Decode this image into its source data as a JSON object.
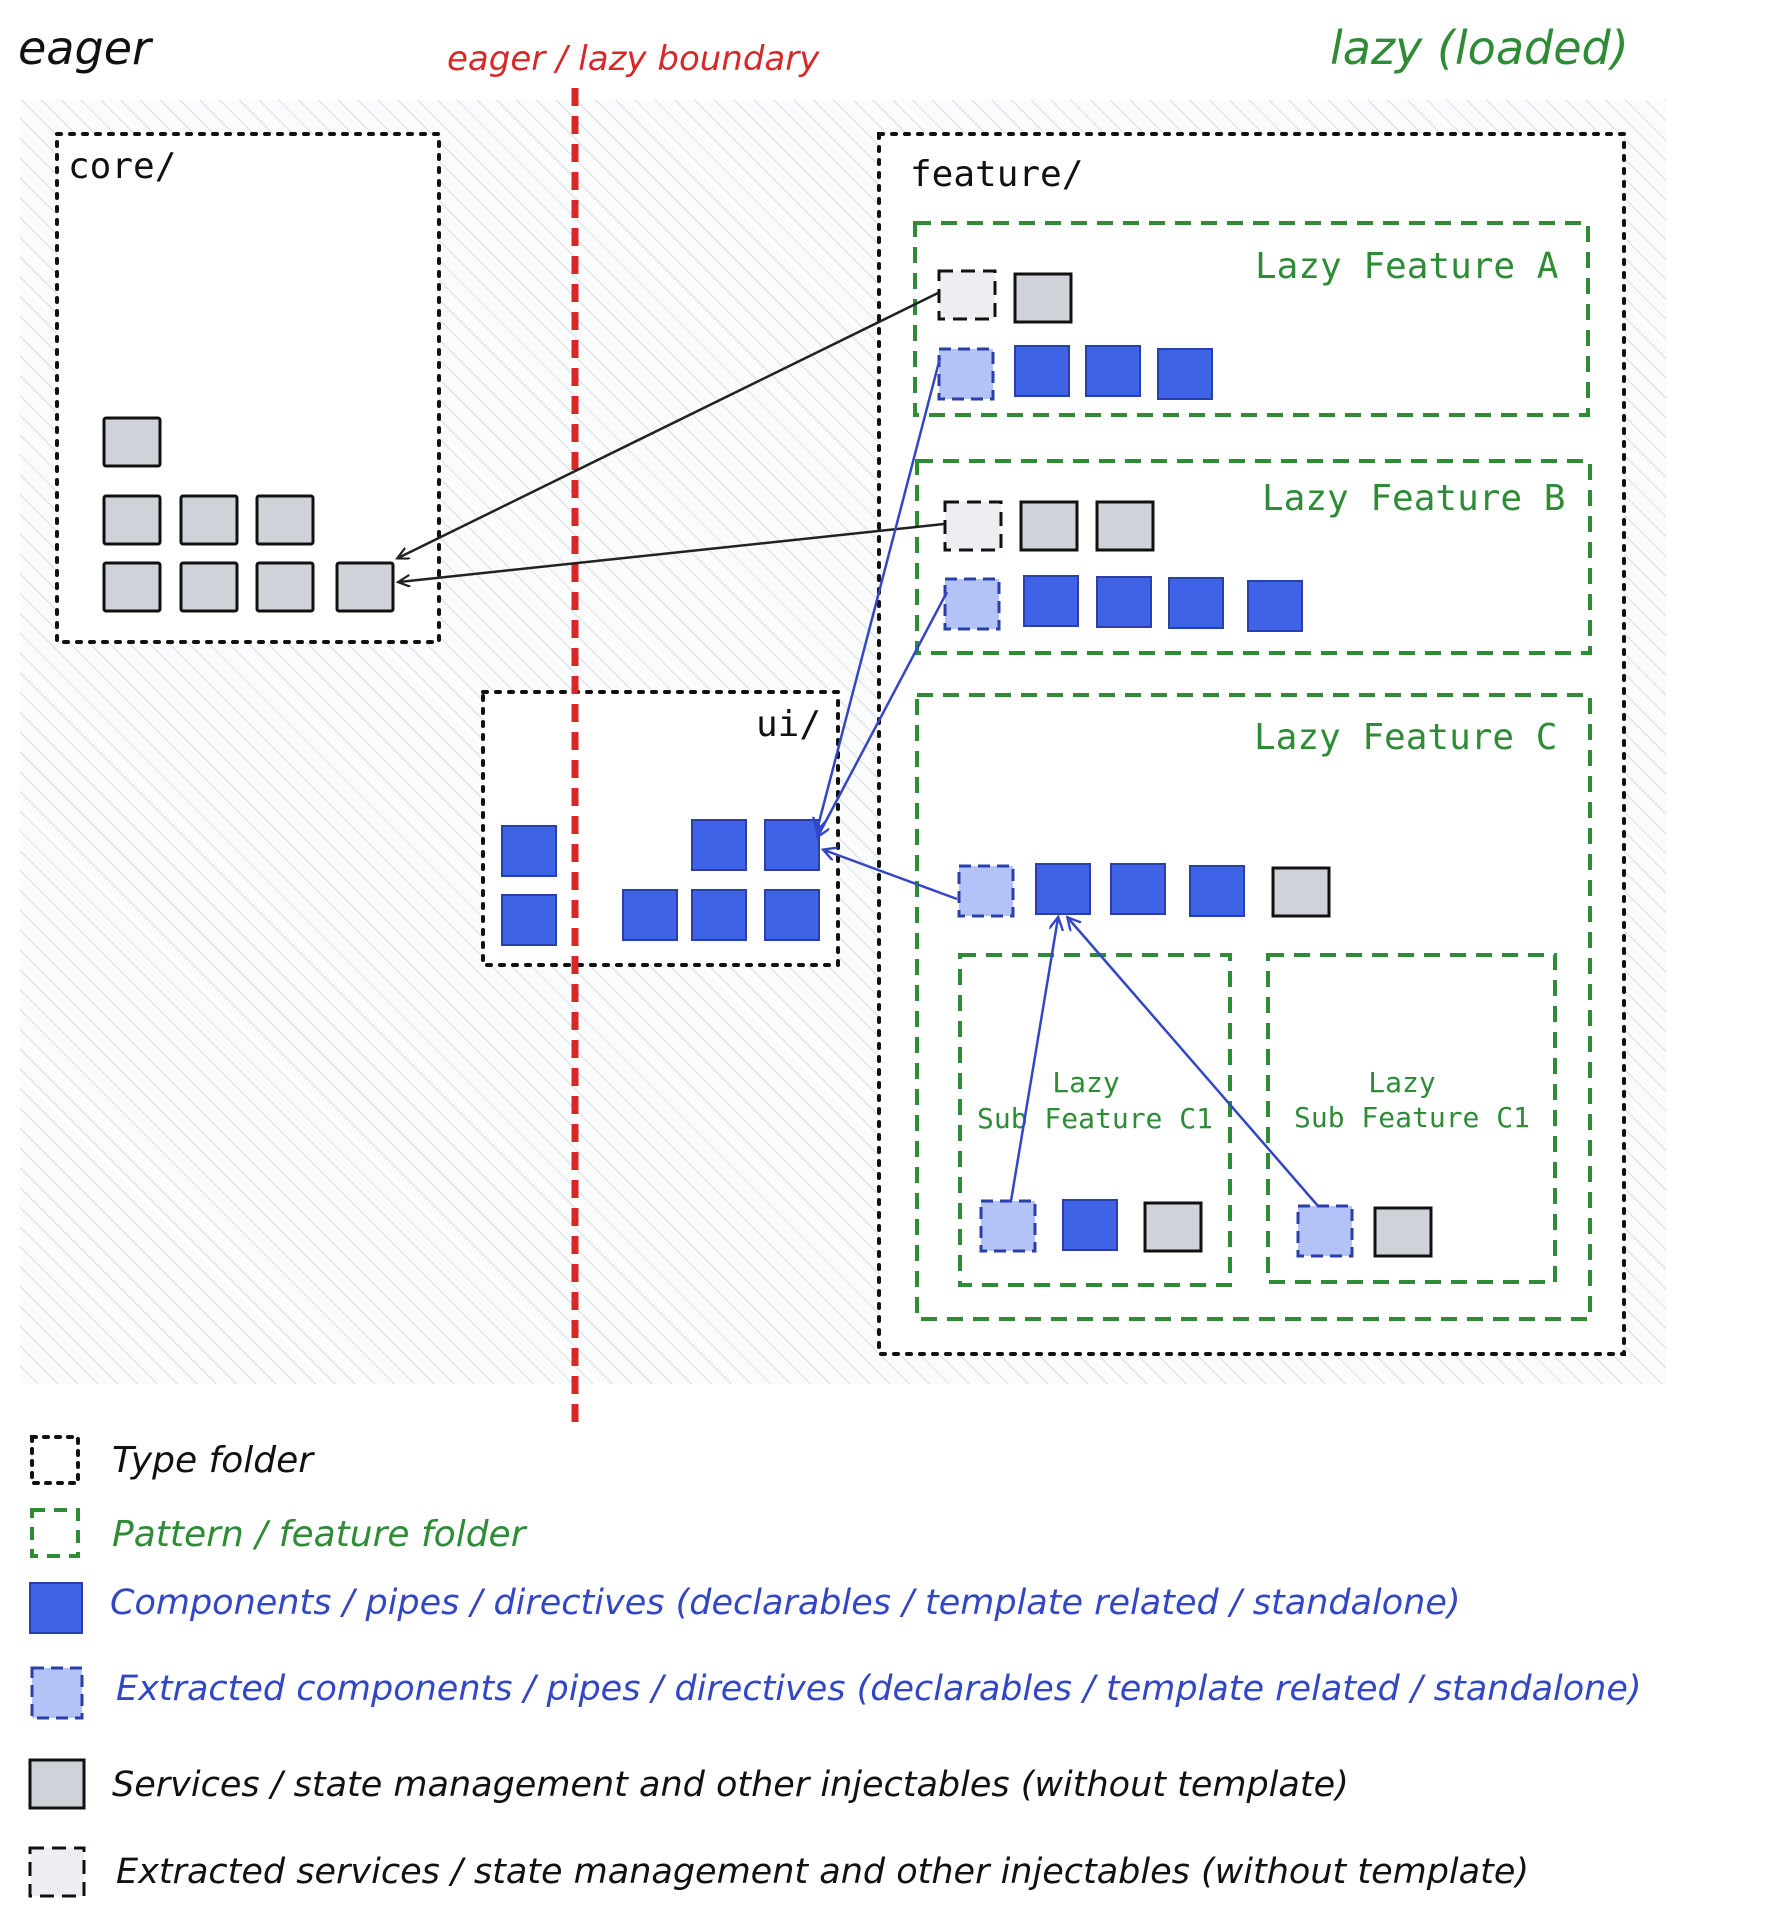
{
  "headings": {
    "eager": "eager",
    "boundary": "eager / lazy boundary",
    "lazy": "lazy (loaded)"
  },
  "folders": {
    "core": "core/",
    "ui": "ui/",
    "feature": "feature/",
    "feature_a": "Lazy Feature A",
    "feature_b": "Lazy Feature B",
    "feature_c": "Lazy Feature C",
    "sub1_line1": "Lazy",
    "sub1_line2": "Sub Feature C1",
    "sub2_line1": "Lazy",
    "sub2_line2": "Sub Feature C1"
  },
  "legend": {
    "type_folder": "Type folder",
    "pattern_folder": "Pattern / feature folder",
    "components": "Components / pipes / directives (declarables / template related / standalone)",
    "extracted_components": "Extracted components / pipes / directives (declarables / template related / standalone)",
    "services": "Services / state management and other injectables (without template)",
    "extracted_services": "Extracted services / state management and other injectables (without template)"
  },
  "colors": {
    "eager_text": "#111111",
    "boundary": "#d62828",
    "lazy_green": "#2e8b36",
    "component_blue": "#3f63e6",
    "extracted_blue": "#b3c3f7",
    "service_gray": "#cfd3d9",
    "extracted_service": "#eceef1",
    "arrow_blue": "#3346c4"
  }
}
